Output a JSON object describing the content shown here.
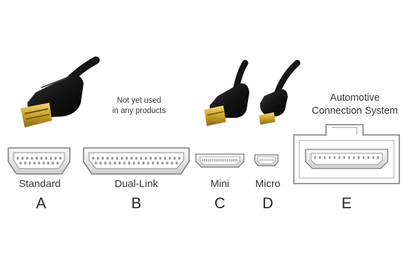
{
  "connectors": [
    {
      "id": "standard",
      "name": "Standard",
      "letter": "A"
    },
    {
      "id": "dual-link",
      "name": "Dual-Link",
      "letter": "B"
    },
    {
      "id": "mini",
      "name": "Mini",
      "letter": "C"
    },
    {
      "id": "micro",
      "name": "Micro",
      "letter": "D"
    },
    {
      "id": "automotive",
      "name": "",
      "letter": "E"
    }
  ],
  "notes": {
    "dual_link_line1": "Not yet used",
    "dual_link_line2": "in any products",
    "automotive_line1": "Automotive",
    "automotive_line2": "Connection System"
  },
  "colors": {
    "outline": "#777777",
    "cable": "#151515",
    "gold": "#c9a227",
    "pins": "#9a9a9a"
  }
}
